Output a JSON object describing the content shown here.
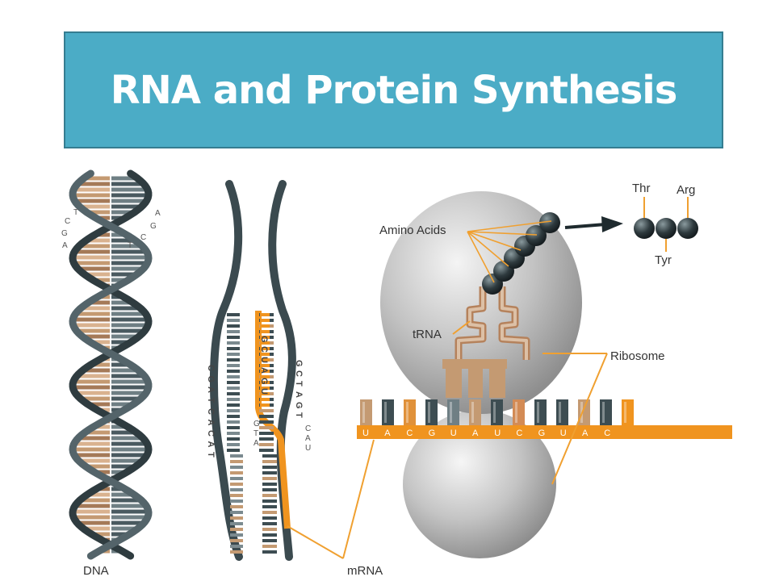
{
  "title": "RNA and Protein Synthesis",
  "labels": {
    "dna": "DNA",
    "mrna": "mRNA",
    "trna": "tRNA",
    "ribosome": "Ribosome",
    "amino_acids": "Amino Acids",
    "thr": "Thr",
    "arg": "Arg",
    "tyr": "Tyr"
  },
  "dna_bases": {
    "left_top": [
      "T",
      "C",
      "G",
      "A"
    ],
    "right_top": [
      "A",
      "G",
      "C",
      "T"
    ]
  },
  "unzipped_bases": {
    "left_strand": [
      "C",
      "G",
      "A",
      "T",
      "C",
      "A",
      "C",
      "A",
      "T"
    ],
    "mrna_strand": [
      "G",
      "C",
      "U",
      "A",
      "G",
      "U"
    ],
    "right_strand": [
      "G",
      "C",
      "T",
      "A",
      "G",
      "T"
    ],
    "lower_left": [
      "G",
      "T",
      "A"
    ],
    "lower_right": [
      "C",
      "A",
      "U"
    ]
  },
  "mrna_sequence": [
    "U",
    "A",
    "C",
    "G",
    "U",
    "A",
    "U",
    "C",
    "G",
    "U",
    "A",
    "C"
  ],
  "colors": {
    "banner": "#4bacc6",
    "strand": "#3b4a4f",
    "rna": "#f0941f",
    "ribosome": "#b9b9b9",
    "base_tan": "#c49a72",
    "base_dark": "#3d4d52"
  }
}
